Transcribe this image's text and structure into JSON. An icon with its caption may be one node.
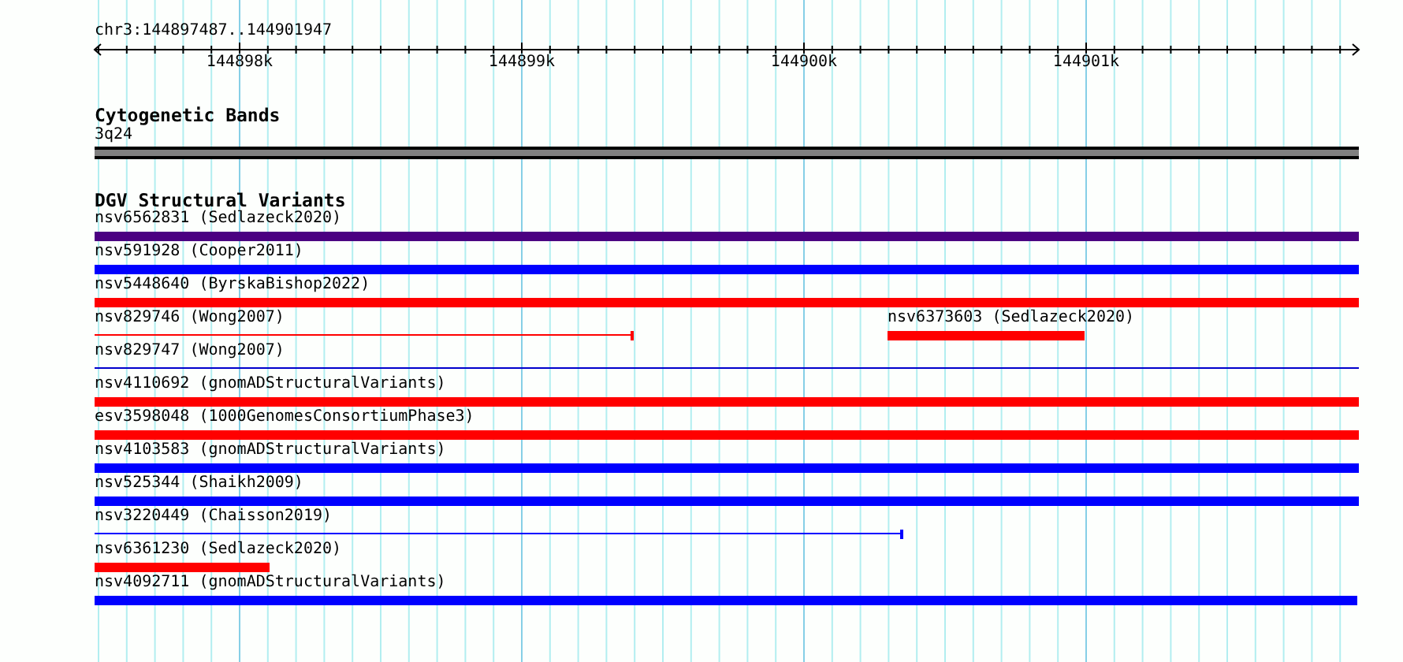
{
  "diagram": {
    "nodes": [
      {
        "text": [
          "3q24"
        ]
      },
      {
        "text": [
          "nsv6562831 (Sedlazeck2020)"
        ]
      },
      {
        "text": [
          "nsv591928 (Cooper2011)"
        ]
      },
      {
        "text": [
          "nsv5448640 (ByrskaBishop2022)"
        ]
      },
      {
        "text": [
          "nsv829746 (Wong2007)"
        ]
      },
      {
        "text": [
          "nsv6373603 (Sedlazeck2020)"
        ]
      },
      {
        "text": [
          "nsv829747 (Wong2007)"
        ]
      },
      {
        "text": [
          "nsv4110692 (gnomADStructuralVariants)"
        ]
      },
      {
        "text": [
          "esv3598048 (1000GenomesConsortiumPhase3)"
        ]
      },
      {
        "text": [
          "nsv4103583 (gnomADStructuralVariants)"
        ]
      },
      {
        "text": [
          "nsv525344 (Shaikh2009)"
        ]
      },
      {
        "text": [
          "nsv3220449 (Chaisson2019)"
        ]
      },
      {
        "text": [
          "nsv6361230 (Sedlazeck2020)"
        ]
      },
      {
        "text": [
          "nsv4092711 (gnomADStructuralVariants)"
        ]
      }
    ],
    "labels": [
      "chr3:144897487..144901947",
      "144898k",
      "144899k",
      "144900k",
      "144901k",
      "Cytogenetic Bands",
      "DGV Structural Variants"
    ]
  }
}
